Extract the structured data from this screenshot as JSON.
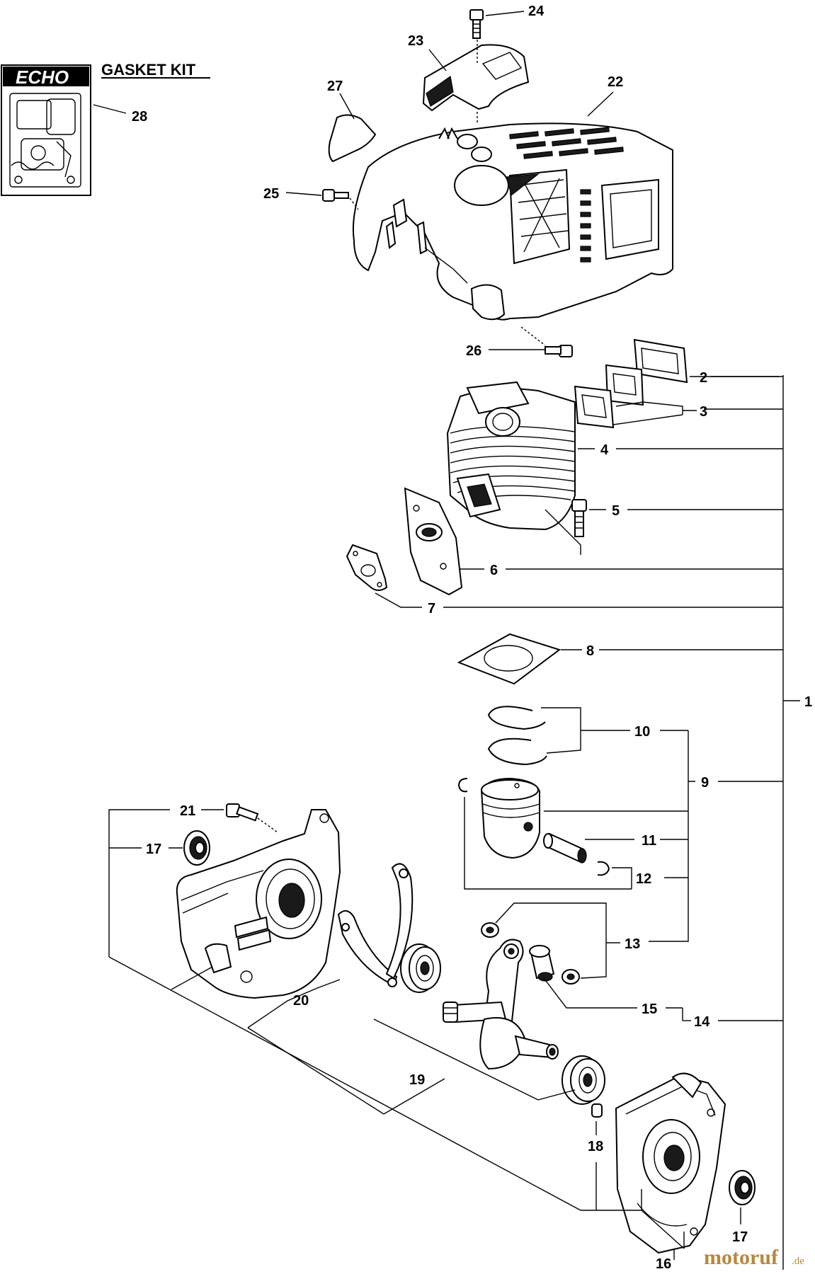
{
  "kit": {
    "brand": "ECHO",
    "title": "GASKET KIT",
    "callout": "28"
  },
  "watermark": {
    "main": "motoruf",
    "suffix": ".de"
  },
  "callouts": {
    "c1": "1",
    "c2": "2",
    "c3": "3",
    "c4": "4",
    "c5": "5",
    "c6": "6",
    "c7": "7",
    "c8": "8",
    "c9": "9",
    "c10": "10",
    "c11": "11",
    "c12": "12",
    "c13": "13",
    "c14": "14",
    "c15": "15",
    "c16": "16",
    "c17a": "17",
    "c17b": "17",
    "c18": "18",
    "c19": "19",
    "c20": "20",
    "c21": "21",
    "c22": "22",
    "c23": "23",
    "c24": "24",
    "c25": "25",
    "c26": "26",
    "c27": "27"
  }
}
